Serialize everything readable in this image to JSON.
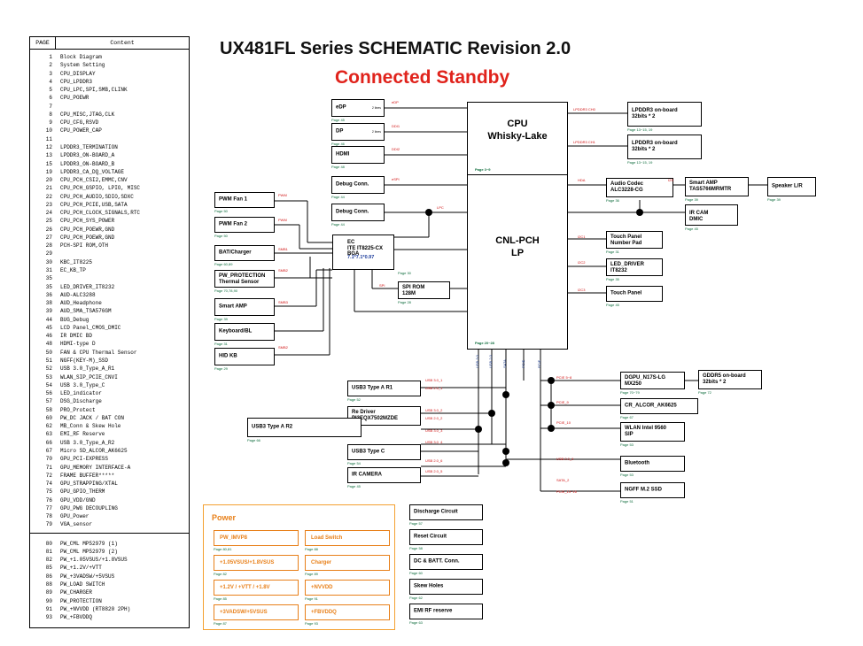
{
  "toc": {
    "header_page": "PAGE",
    "header_content": "Content",
    "groups": [
      [
        {
          "n": "1",
          "t": "Block Diagram"
        },
        {
          "n": "2",
          "t": "System Setting"
        },
        {
          "n": "3",
          "t": "CPU_DISPLAY"
        },
        {
          "n": "4",
          "t": "CPU_LPDDR3"
        },
        {
          "n": "5",
          "t": "CPU_LPC,SPI,SMB,CLINK"
        },
        {
          "n": "6",
          "t": "CPU_POEWR"
        },
        {
          "n": "7",
          "t": ""
        },
        {
          "n": "8",
          "t": "CPU_MISC,JTAG,CLK"
        },
        {
          "n": "9",
          "t": "CPU_CFG,RSVD"
        },
        {
          "n": "10",
          "t": "CPU_POWER_CAP"
        },
        {
          "n": "11",
          "t": ""
        },
        {
          "n": "12",
          "t": "LPDDR3_TERMINATION"
        },
        {
          "n": "13",
          "t": "LPDDR3_ON-BOARD_A"
        },
        {
          "n": "15",
          "t": "LPDDR3_ON-BOARD_B"
        },
        {
          "n": "19",
          "t": "LPDDR3_CA_DQ_VOLTAGE"
        },
        {
          "n": "20",
          "t": "CPU_PCH_CSI2,EMMC,CNV"
        },
        {
          "n": "21",
          "t": "CPU_PCH_GSPIO, LPIO, MISC"
        },
        {
          "n": "22",
          "t": "CPU_PCH_AUDIO,SDIO,SDXC"
        },
        {
          "n": "23",
          "t": "CPU_PCH_PCIE,USB,SATA"
        },
        {
          "n": "24",
          "t": "CPU_PCH_CLOCK_SIGNALS,RTC"
        },
        {
          "n": "25",
          "t": "CPU_PCH_SYS_POWER"
        },
        {
          "n": "26",
          "t": "CPU_PCH_POEWR,GND"
        },
        {
          "n": "27",
          "t": "CPU_PCH_POEWR,GND"
        },
        {
          "n": "28",
          "t": "PCH-SPI ROM,OTH"
        },
        {
          "n": "29",
          "t": ""
        },
        {
          "n": "30",
          "t": "KBC_IT8225"
        },
        {
          "n": "31",
          "t": "EC_KB_TP"
        },
        {
          "n": "35",
          "t": ""
        },
        {
          "n": "35",
          "t": "LED_DRIVER_IT8232"
        },
        {
          "n": "36",
          "t": "AUD-ALC3288"
        },
        {
          "n": "38",
          "t": "AUD_Headphone"
        },
        {
          "n": "39",
          "t": "AUD_SMA_TSA576GM"
        },
        {
          "n": "44",
          "t": "BUG_Debug"
        },
        {
          "n": "45",
          "t": "LCD Panel_CMOS_DMIC"
        },
        {
          "n": "46",
          "t": "IR DMIC BD"
        },
        {
          "n": "48",
          "t": "HDMI-type D"
        },
        {
          "n": "50",
          "t": "FAN & CPU Thermal Sensor"
        },
        {
          "n": "51",
          "t": "NGFF(KEY-M)_SSD"
        },
        {
          "n": "52",
          "t": "USB 3.0_Type_A_R1"
        },
        {
          "n": "53",
          "t": "WLAN_SIP_PCIE_CNVI"
        },
        {
          "n": "54",
          "t": "USB 3.0_Type_C"
        },
        {
          "n": "56",
          "t": "LED_indicator"
        },
        {
          "n": "57",
          "t": "DSG_Discharge"
        },
        {
          "n": "58",
          "t": "PRO_Protect"
        },
        {
          "n": "60",
          "t": "PW_DC JACK / BAT CON"
        },
        {
          "n": "62",
          "t": "MB_Conn & Skew Hole"
        },
        {
          "n": "63",
          "t": "EMI_RF Reserve"
        },
        {
          "n": "66",
          "t": "USB 3.0_Type_A_R2"
        },
        {
          "n": "67",
          "t": "Micro SD_ALCOR_AK6625"
        },
        {
          "n": "70",
          "t": "GPU_PCI-EXPRESS"
        },
        {
          "n": "71",
          "t": "GPU_MEMORY INTERFACE-A"
        },
        {
          "n": "72",
          "t": "FRAME BUFFER*****"
        },
        {
          "n": "74",
          "t": "GPU_STRAPPING/XTAL"
        },
        {
          "n": "75",
          "t": "GPU_GPIO_THERM"
        },
        {
          "n": "76",
          "t": "GPU_VDD/GND"
        },
        {
          "n": "77",
          "t": "GPU_PWG DECOUPLING"
        },
        {
          "n": "78",
          "t": "GPU_Power"
        },
        {
          "n": "79",
          "t": "VGA_sensor"
        }
      ],
      [
        {
          "n": "80",
          "t": "PW_CML MP52979 (1)"
        },
        {
          "n": "81",
          "t": "PW_CML MP52979 (2)"
        },
        {
          "n": "82",
          "t": "PW_+1.05VSUS/+1.8VSUS"
        },
        {
          "n": "85",
          "t": "PW_+1.2V/+VTT"
        },
        {
          "n": "86",
          "t": "PW_+3VADSW/+5VSUS"
        },
        {
          "n": "88",
          "t": "PW_LOAD SWITCH"
        },
        {
          "n": "89",
          "t": "PW_CHARGER"
        },
        {
          "n": "90",
          "t": "PW_PROTECTION"
        },
        {
          "n": "91",
          "t": "PW_+NVVDD (RT8820 2PH)"
        },
        {
          "n": "93",
          "t": "PW_+FBVDDQ"
        }
      ]
    ]
  },
  "title": "UX481FL Series SCHEMATIC Revision 2.0",
  "subtitle": "Connected Standby",
  "cpu": {
    "line1": "CPU",
    "line2": "Whisky-Lake",
    "page": "Page 3~9"
  },
  "pch": {
    "line1": "CNL-PCH",
    "line2": "LP",
    "page": "Page 20~28"
  },
  "ec": {
    "line1": "EC",
    "line2": "ITE IT8225-CX BGA",
    "line3": "7.1*7.1*0.97",
    "page": "Page 30"
  },
  "blocks": {
    "edp": {
      "label": "eDP",
      "tag": "2 lines",
      "page": "Page 45",
      "sig": "eDP"
    },
    "dp": {
      "label": "DP",
      "tag": "2 lines",
      "page": "Page 46",
      "sig": "DDI1"
    },
    "hdmi": {
      "label": "HDMI",
      "page": "Page 48",
      "sig": "DDI2"
    },
    "debug1": {
      "label": "Debug Conn.",
      "page": "Page 44",
      "sig": "eSPI"
    },
    "debug2": {
      "label": "Debug Conn.",
      "page": "Page 44",
      "sig": "LPC"
    },
    "lpddr_a": {
      "label1": "LPDDR3 on-board",
      "label2": "32bits * 2",
      "page": "Page 13~15, 19",
      "sig": "LPDDR3 CH0"
    },
    "lpddr_b": {
      "label1": "LPDDR3 on-board",
      "label2": "32bits * 2",
      "page": "Page 13~15, 19",
      "sig": "LPDDR3 CH1"
    },
    "codec": {
      "label1": "Audio Codec",
      "label2": "ALC3228-CG",
      "page": "Page 36",
      "sig": "HDA"
    },
    "amp": {
      "label1": "Smart AMP",
      "label2": "TAS5766MRMTR",
      "page": "Page 39",
      "sig": "I2S"
    },
    "speaker": {
      "label": "Speaker L/R",
      "page": "Page 39"
    },
    "ircam_dmic": {
      "label1": "IR CAM",
      "label2": "DMIC",
      "page": "Page 45"
    },
    "touchpad": {
      "label1": "Touch Panel",
      "label2": "Number Pad",
      "page": "Page 31",
      "sig": "I2C1"
    },
    "led_driver": {
      "label1": "LED_DRIVER",
      "label2": "IT8232",
      "page": "Page 35",
      "sig": "I2C2"
    },
    "touch_panel": {
      "label": "Touch Panel",
      "page": "Page 45",
      "sig": "I2C3"
    },
    "fan1": {
      "label": "PWM Fan 1",
      "page": "Page 50",
      "sig": "PWM"
    },
    "fan2": {
      "label": "PWM Fan 2",
      "page": "Page 50",
      "sig": "PWM"
    },
    "bat": {
      "label": "BAT/Charger",
      "page": "Page 60,89",
      "sig": "SMB1"
    },
    "pwprot": {
      "label1": "PW_PROTECTION",
      "label2": "Thermal Sensor",
      "page": "Page 70,78,90",
      "sig": "SMB2"
    },
    "ec_amp": {
      "label": "Smart AMP",
      "page": "Page 39",
      "sig": "SMB3"
    },
    "kb": {
      "label": "Keyboard/BL",
      "page": "Page 31"
    },
    "hidkb": {
      "label": "HID KB",
      "page": "Page 29",
      "sig": "SMB2"
    },
    "spirom": {
      "label1": "SPI ROM",
      "label2": "128M",
      "page": "Page 28",
      "sig": "SPI"
    },
    "usb_r1": {
      "label": "USB3 Type A R1",
      "page": "Page 52",
      "sig": "USB 3.0_1"
    },
    "redriver": {
      "label1": "Re Driver",
      "label2": "PI3EQX7502MZDE",
      "page": "Page 66",
      "sig": "USB 3.0_2"
    },
    "usb_r2": {
      "label": "USB3 Type A R2",
      "page": "Page 66"
    },
    "usbc": {
      "label": "USB3 Type C",
      "page": "Page 54",
      "sig": "USB 3.0_3",
      "sig2": "USB 3.0_4"
    },
    "ircamera": {
      "label": "IR CAMERA",
      "page": "Page 45",
      "sig": "USB 2.0_5",
      "sig2": "USB 2.0_6"
    },
    "dgpu": {
      "label1": "DGPU_N17S-LG",
      "label2": "MX250",
      "page": "Page 70~79",
      "sig": "PCIE 5~8"
    },
    "gddr5": {
      "label1": "GDDR5 on-board",
      "label2": "32bits * 2",
      "page": "Page 72"
    },
    "cardreader": {
      "label": "CR_ALCOR_AK6625",
      "page": "Page 67",
      "sig": "PCIE_9"
    },
    "wlan": {
      "label1": "WLAN Intel 9560",
      "label2": "SIP",
      "page": "Page 53",
      "sig": "PCIE_10"
    },
    "bluetooth": {
      "label": "Bluetooth",
      "page": "Page 53",
      "sig": "USB 2.0_9"
    },
    "ssd": {
      "label": "NGFF M.2 SSD",
      "page": "Page 51",
      "sig": "SATA_2",
      "sig2": "PCIE_13~16"
    },
    "discharge": {
      "label": "Discharge Circuit",
      "page": "Page 57"
    },
    "reset": {
      "label": "Reset Circuit",
      "page": "Page 58"
    },
    "dcbatt": {
      "label": "DC & BATT. Conn.",
      "page": "Page 60"
    },
    "skew": {
      "label": "Skew Holes",
      "page": "Page 62"
    },
    "emi": {
      "label": "EMI RF reserve",
      "page": "Page 63"
    }
  },
  "bus_labels": [
    "USB 3.0",
    "USB 2.0",
    "SATA",
    "PCIE",
    "PCIE"
  ],
  "power": {
    "title": "Power",
    "items": [
      {
        "label": "PW_IMVP8",
        "page": "Page 80,81"
      },
      {
        "label": "Load Switch",
        "page": "Page 88"
      },
      {
        "label": "+1.05VSUS/+1.8VSUS",
        "page": "Page 82"
      },
      {
        "label": "Charger",
        "page": "Page 89"
      },
      {
        "label": "+1.2V / +VTT / +1.8V",
        "page": "Page 85"
      },
      {
        "label": "+NVVDD",
        "page": "Page 91"
      },
      {
        "label": "+3VADSW/+5VSUS",
        "page": "Page 87"
      },
      {
        "label": "+FBVDDQ",
        "page": "Page 93"
      }
    ]
  }
}
